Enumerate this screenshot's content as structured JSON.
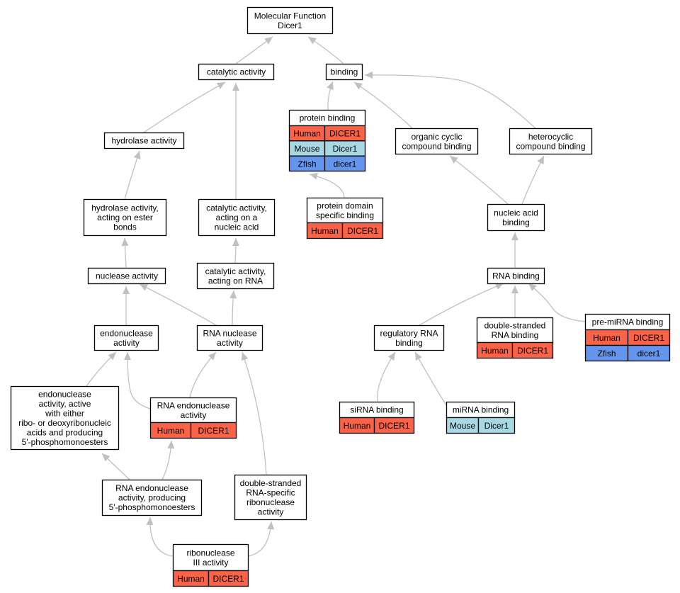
{
  "title": "Molecular Function Dicer1",
  "colors": {
    "human": "#fa6347",
    "mouse": "#a8d8e4",
    "zfish": "#6495ed",
    "edge": "#c0c0c0",
    "border": "#000000"
  },
  "nodes": {
    "root": {
      "lines": [
        "Molecular Function",
        "Dicer1"
      ],
      "rows": []
    },
    "catalytic": {
      "lines": [
        "catalytic activity"
      ],
      "rows": []
    },
    "binding": {
      "lines": [
        "binding"
      ],
      "rows": []
    },
    "protein_binding": {
      "lines": [
        "protein binding"
      ],
      "rows": [
        {
          "species": "Human",
          "gene": "DICER1",
          "kind": "human"
        },
        {
          "species": "Mouse",
          "gene": "Dicer1",
          "kind": "mouse"
        },
        {
          "species": "Zfish",
          "gene": "dicer1",
          "kind": "zfish"
        }
      ]
    },
    "hydrolase": {
      "lines": [
        "hydrolase activity"
      ],
      "rows": []
    },
    "organic_cyclic": {
      "lines": [
        "organic cyclic",
        "compound binding"
      ],
      "rows": []
    },
    "heterocyclic": {
      "lines": [
        "heterocyclic",
        "compound binding"
      ],
      "rows": []
    },
    "hydrolase_ester": {
      "lines": [
        "hydrolase activity,",
        "acting on ester",
        "bonds"
      ],
      "rows": []
    },
    "catalytic_nucleic": {
      "lines": [
        "catalytic activity,",
        "acting on a",
        "nucleic acid"
      ],
      "rows": []
    },
    "protein_domain": {
      "lines": [
        "protein domain",
        "specific binding"
      ],
      "rows": [
        {
          "species": "Human",
          "gene": "DICER1",
          "kind": "human"
        }
      ]
    },
    "nucleic_acid_binding": {
      "lines": [
        "nucleic acid",
        "binding"
      ],
      "rows": []
    },
    "nuclease": {
      "lines": [
        "nuclease activity"
      ],
      "rows": []
    },
    "catalytic_rna": {
      "lines": [
        "catalytic activity,",
        "acting on RNA"
      ],
      "rows": []
    },
    "rna_binding": {
      "lines": [
        "RNA binding"
      ],
      "rows": []
    },
    "endonuclease": {
      "lines": [
        "endonuclease",
        "activity"
      ],
      "rows": []
    },
    "rna_nuclease": {
      "lines": [
        "RNA nuclease",
        "activity"
      ],
      "rows": []
    },
    "regulatory_rna": {
      "lines": [
        "regulatory RNA",
        "binding"
      ],
      "rows": []
    },
    "ds_rna_binding": {
      "lines": [
        "double-stranded",
        "RNA binding"
      ],
      "rows": [
        {
          "species": "Human",
          "gene": "DICER1",
          "kind": "human"
        }
      ]
    },
    "pre_mirna": {
      "lines": [
        "pre-miRNA binding"
      ],
      "rows": [
        {
          "species": "Human",
          "gene": "DICER1",
          "kind": "human"
        },
        {
          "species": "Zfish",
          "gene": "dicer1",
          "kind": "zfish"
        }
      ]
    },
    "endo_either": {
      "lines": [
        "endonuclease",
        "activity, active",
        "with either",
        "ribo- or deoxyribonucleic",
        "acids and producing",
        "5'-phosphomonoesters"
      ],
      "rows": []
    },
    "rna_endonuclease": {
      "lines": [
        "RNA endonuclease",
        "activity"
      ],
      "rows": [
        {
          "species": "Human",
          "gene": "DICER1",
          "kind": "human"
        }
      ]
    },
    "sirna": {
      "lines": [
        "siRNA binding"
      ],
      "rows": [
        {
          "species": "Human",
          "gene": "DICER1",
          "kind": "human"
        }
      ]
    },
    "mirna": {
      "lines": [
        "miRNA binding"
      ],
      "rows": [
        {
          "species": "Mouse",
          "gene": "Dicer1",
          "kind": "mouse"
        }
      ]
    },
    "rna_endo_5p": {
      "lines": [
        "RNA endonuclease",
        "activity, producing",
        "5'-phosphomonoesters"
      ],
      "rows": []
    },
    "ds_rna_ribonuclease": {
      "lines": [
        "double-stranded",
        "RNA-specific",
        "ribonuclease",
        "activity"
      ],
      "rows": []
    },
    "ribonuclease_iii": {
      "lines": [
        "ribonuclease",
        "III activity"
      ],
      "rows": [
        {
          "species": "Human",
          "gene": "DICER1",
          "kind": "human"
        }
      ]
    }
  },
  "edges": [
    [
      "catalytic",
      "root"
    ],
    [
      "binding",
      "root"
    ],
    [
      "hydrolase",
      "catalytic"
    ],
    [
      "catalytic_nucleic",
      "catalytic"
    ],
    [
      "protein_binding",
      "binding"
    ],
    [
      "organic_cyclic",
      "binding"
    ],
    [
      "heterocyclic",
      "binding"
    ],
    [
      "protein_domain",
      "protein_binding"
    ],
    [
      "hydrolase_ester",
      "hydrolase"
    ],
    [
      "nuclease",
      "hydrolase_ester"
    ],
    [
      "catalytic_rna",
      "catalytic_nucleic"
    ],
    [
      "nucleic_acid_binding",
      "organic_cyclic"
    ],
    [
      "nucleic_acid_binding",
      "heterocyclic"
    ],
    [
      "rna_binding",
      "nucleic_acid_binding"
    ],
    [
      "endonuclease",
      "nuclease"
    ],
    [
      "rna_nuclease",
      "nuclease"
    ],
    [
      "rna_nuclease",
      "catalytic_rna"
    ],
    [
      "regulatory_rna",
      "rna_binding"
    ],
    [
      "ds_rna_binding",
      "rna_binding"
    ],
    [
      "pre_mirna",
      "rna_binding"
    ],
    [
      "endo_either",
      "endonuclease"
    ],
    [
      "rna_endonuclease",
      "endonuclease"
    ],
    [
      "rna_endonuclease",
      "rna_nuclease"
    ],
    [
      "sirna",
      "regulatory_rna"
    ],
    [
      "mirna",
      "regulatory_rna"
    ],
    [
      "rna_endo_5p",
      "endo_either"
    ],
    [
      "rna_endo_5p",
      "rna_endonuclease"
    ],
    [
      "ds_rna_ribonuclease",
      "rna_nuclease"
    ],
    [
      "ribonuclease_iii",
      "rna_endo_5p"
    ],
    [
      "ribonuclease_iii",
      "ds_rna_ribonuclease"
    ]
  ]
}
